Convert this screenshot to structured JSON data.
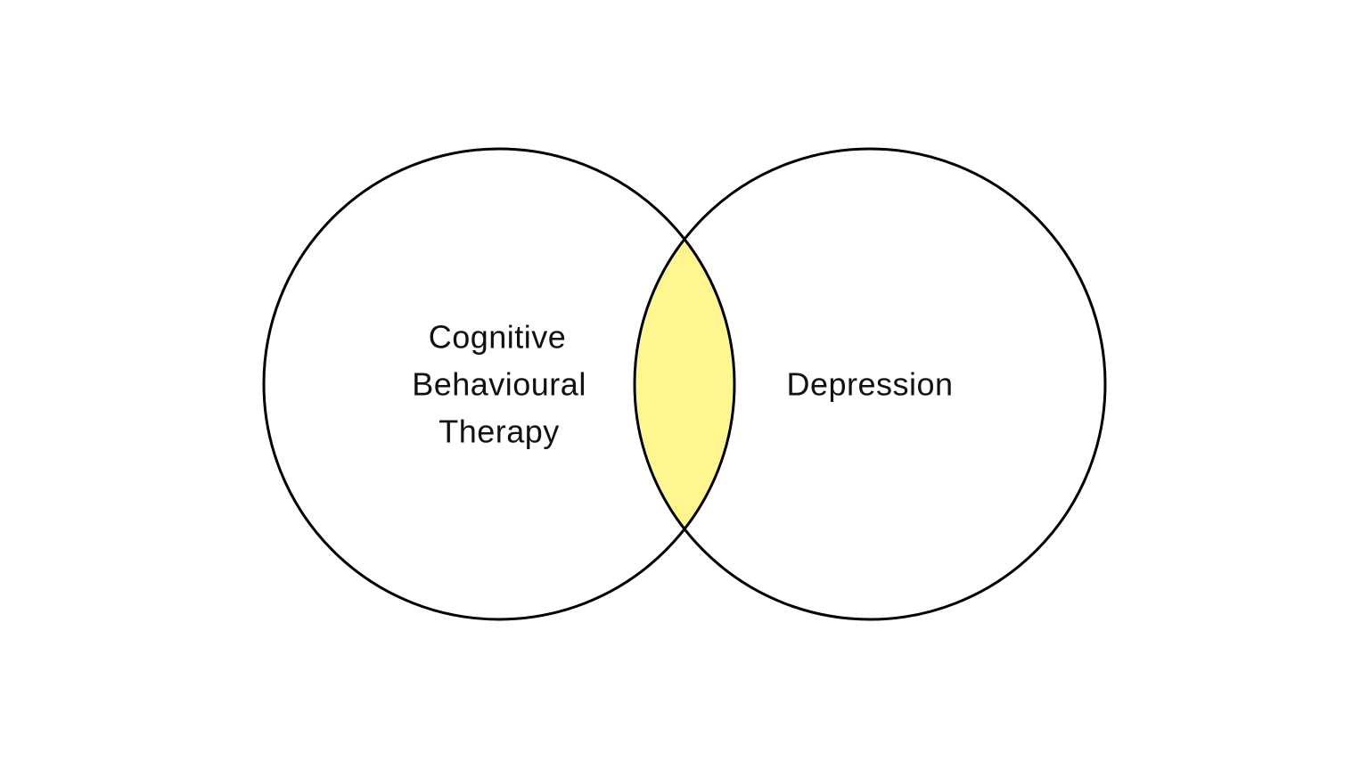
{
  "sets": [
    {
      "id": "left",
      "label_lines": [
        "Cognitive",
        "Behavioural",
        "Therapy"
      ]
    },
    {
      "id": "right",
      "label_lines": [
        "Depression"
      ]
    }
  ],
  "colors": {
    "background": "#ffffff",
    "outline": "#000000",
    "overlap_fill": "#fff68f",
    "text": "#111111"
  }
}
